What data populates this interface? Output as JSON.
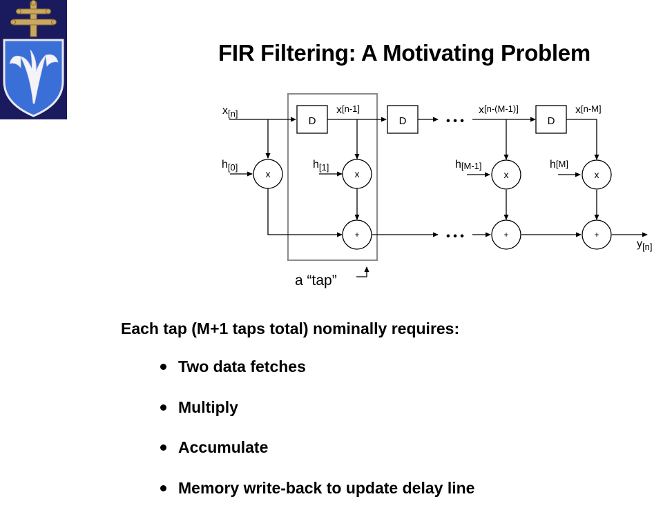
{
  "slide": {
    "title": "FIR Filtering: A Motivating Problem",
    "intro": "Each tap (M+1 taps total) nominally requires:",
    "bullets": [
      "Two data fetches",
      "Multiply",
      "Accumulate",
      "Memory write-back to update delay line"
    ]
  },
  "diagram": {
    "inputs": {
      "x_n": {
        "base": "x",
        "sub": "[n]"
      },
      "x_n1": {
        "base": "x",
        "sub": "[n-1]"
      },
      "x_nM1": {
        "base": "x",
        "sub": "[n-(M-1)]"
      },
      "x_nM": {
        "base": "x",
        "sub": "[n-M]"
      }
    },
    "coefficients": {
      "h0": {
        "base": "h",
        "sub": "[0]"
      },
      "h1": {
        "base": "h",
        "sub": "[1]"
      },
      "hM1": {
        "base": "h",
        "sub": "[M-1]"
      },
      "hM": {
        "base": "h",
        "sub": "[M]"
      }
    },
    "output": {
      "base": "y",
      "sub": "[n]"
    },
    "delay_label": "D",
    "multiply_symbol": "x",
    "add_symbol": "+",
    "ellipsis": "• • •",
    "tap_label": "a “tap”"
  },
  "colors": {
    "logo_background": "#1a1a5e",
    "logo_cross": "#c8a860",
    "logo_shield": "#3a6fd8",
    "tap_box": "#8a8a8a"
  }
}
